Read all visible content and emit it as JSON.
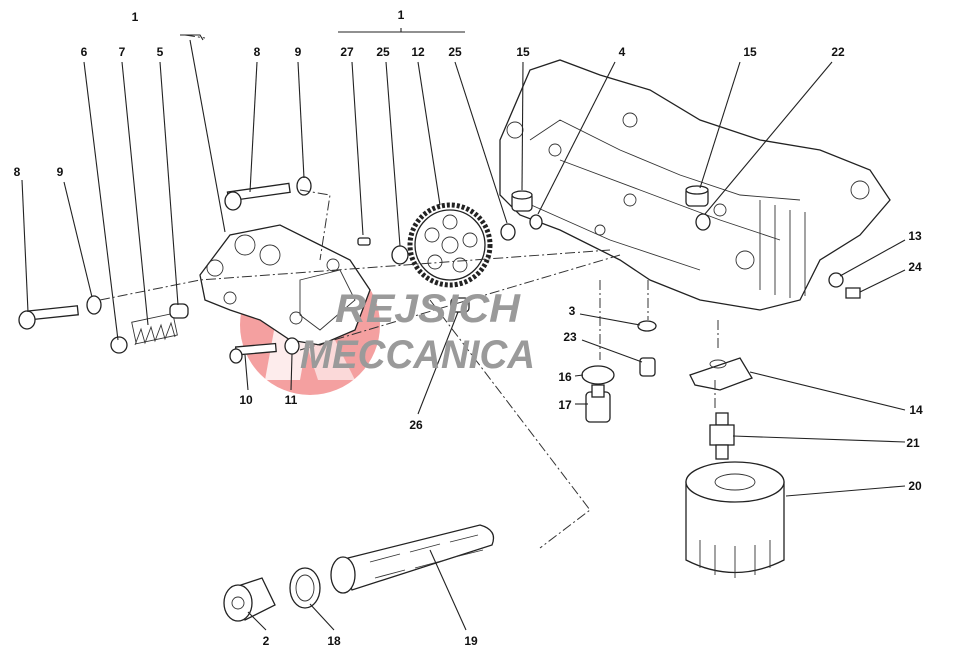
{
  "diagram": {
    "callouts": {
      "c1a": "1",
      "c1b": "1",
      "c6": "6",
      "c7": "7",
      "c5": "5",
      "c8a": "8",
      "c9a": "9",
      "c27": "27",
      "c25a": "25",
      "c12": "12",
      "c25b": "25",
      "c15a": "15",
      "c4": "4",
      "c15b": "15",
      "c22": "22",
      "c8b": "8",
      "c9b": "9",
      "c13": "13",
      "c24": "24",
      "c3": "3",
      "c23": "23",
      "c16": "16",
      "c17": "17",
      "c14": "14",
      "c21": "21",
      "c20": "20",
      "c10": "10",
      "c11": "11",
      "c26": "26",
      "c2": "2",
      "c18": "18",
      "c19": "19"
    },
    "watermark": {
      "line1": "REJSICH",
      "line2": "MECCANICA",
      "logo_color": "#f08080",
      "text_color": "#9a9a9a"
    }
  }
}
